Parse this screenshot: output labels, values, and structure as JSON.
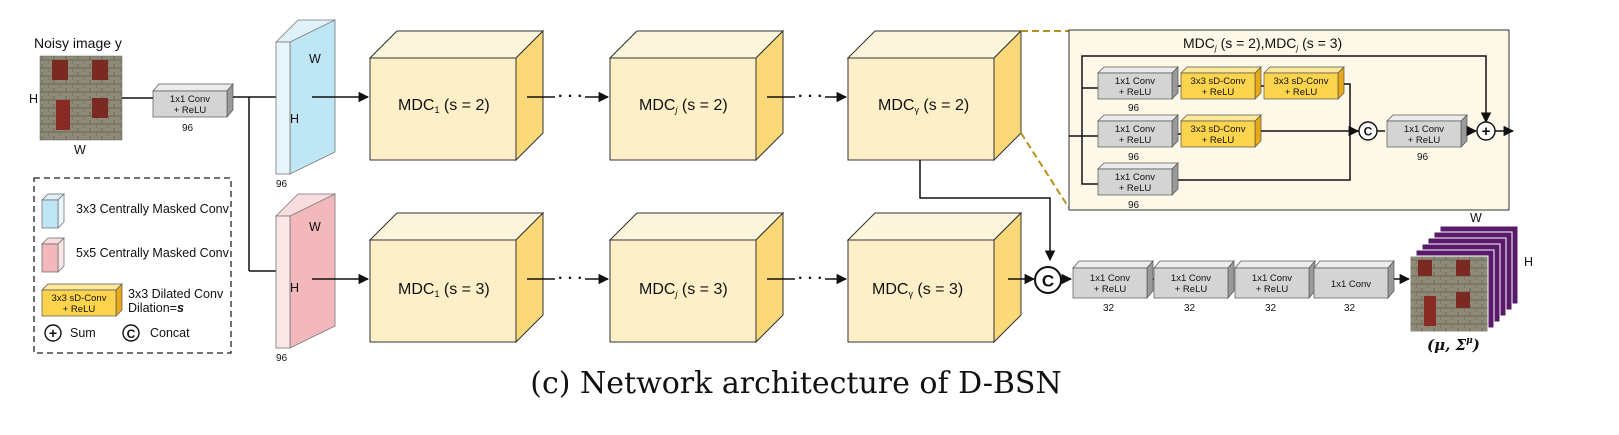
{
  "input": {
    "title": "Noisy image y",
    "dim_h": "H",
    "dim_w": "W"
  },
  "stem": {
    "line1": "1x1 Conv",
    "line2": "+ ReLU",
    "channels": "96"
  },
  "masked_top": {
    "w": "W",
    "h": "H",
    "channels": "96"
  },
  "masked_bottom": {
    "w": "W",
    "h": "H",
    "channels": "96"
  },
  "top_branch": {
    "mdc1": {
      "name": "MDC",
      "sub": "1",
      "param": "(s = 2)"
    },
    "mdcj": {
      "name": "MDC",
      "sub": "j",
      "param": "(s = 2)"
    },
    "mdcg": {
      "name": "MDC",
      "sub": "γ",
      "param": "(s = 2)"
    }
  },
  "bottom_branch": {
    "mdc1": {
      "name": "MDC",
      "sub": "1",
      "param": "(s = 3)"
    },
    "mdcj": {
      "name": "MDC",
      "sub": "j",
      "param": "(s = 3)"
    },
    "mdcg": {
      "name": "MDC",
      "sub": "γ",
      "param": "(s = 3)"
    }
  },
  "ellipsis": "·  ·  ·",
  "detail": {
    "title_a": "MDC",
    "title_a_sub": "j",
    "title_a_param": "(s = 2),",
    "title_b": "MDC",
    "title_b_sub": "j",
    "title_b_param": "(s = 3)",
    "row1": {
      "conv1": "1x1 Conv",
      "conv2": "+ ReLU",
      "ch": "96",
      "d1a": "3x3 sD-Conv",
      "d1b": "+ ReLU",
      "d2a": "3x3 sD-Conv",
      "d2b": "+ ReLU"
    },
    "row2": {
      "conv1": "1x1 Conv",
      "conv2": "+ ReLU",
      "ch": "96",
      "d1a": "3x3 sD-Conv",
      "d1b": "+ ReLU"
    },
    "row3": {
      "conv1": "1x1 Conv",
      "conv2": "+ ReLU",
      "ch": "96"
    },
    "fuse": {
      "line1": "1x1 Conv",
      "line2": "+ ReLU",
      "ch": "96"
    },
    "concat": "C",
    "sum": "+"
  },
  "head": {
    "concat": "C",
    "b1": {
      "line1": "1x1 Conv",
      "line2": "+ ReLU",
      "ch": "32"
    },
    "b2": {
      "line1": "1x1 Conv",
      "line2": "+ ReLU",
      "ch": "32"
    },
    "b3": {
      "line1": "1x1 Conv",
      "line2": "+ ReLU",
      "ch": "32"
    },
    "b4": {
      "line1": "1x1 Conv",
      "ch": "32"
    }
  },
  "output": {
    "dim_w": "W",
    "dim_h": "H",
    "label": "(μ, Σ",
    "label_sup": "μ",
    "label_end": ")"
  },
  "legend": {
    "item1": "3x3 Centrally Masked Conv",
    "item2": "5x5 Centrally Masked Conv",
    "item3a": "3x3 sD-Conv",
    "item3b": "+ ReLU",
    "item3_line1": "3x3 Dilated Conv",
    "item3_line2": "Dilation=",
    "item3_var": "s",
    "sum_symbol": "+",
    "sum_label": "Sum",
    "concat_symbol": "C",
    "concat_label": "Concat"
  },
  "caption": "(c) Network architecture of D-BSN",
  "colors": {
    "mdc_front": "#fdf0c8",
    "mdc_top": "#fef6dc",
    "mdc_side": "#fcd978",
    "conv_front": "#d4d4d4",
    "conv_top": "#ececec",
    "conv_side": "#9a9a9a",
    "dil_front": "#fcd34d",
    "dil_top": "#fde99a",
    "dil_side": "#e8a818",
    "mask3": "#bfe6f4",
    "mask5": "#f2b8bc",
    "detail_bg": "#fdf8e8",
    "dashed_gold": "#b8901a",
    "stack": "#5a1a6a"
  }
}
